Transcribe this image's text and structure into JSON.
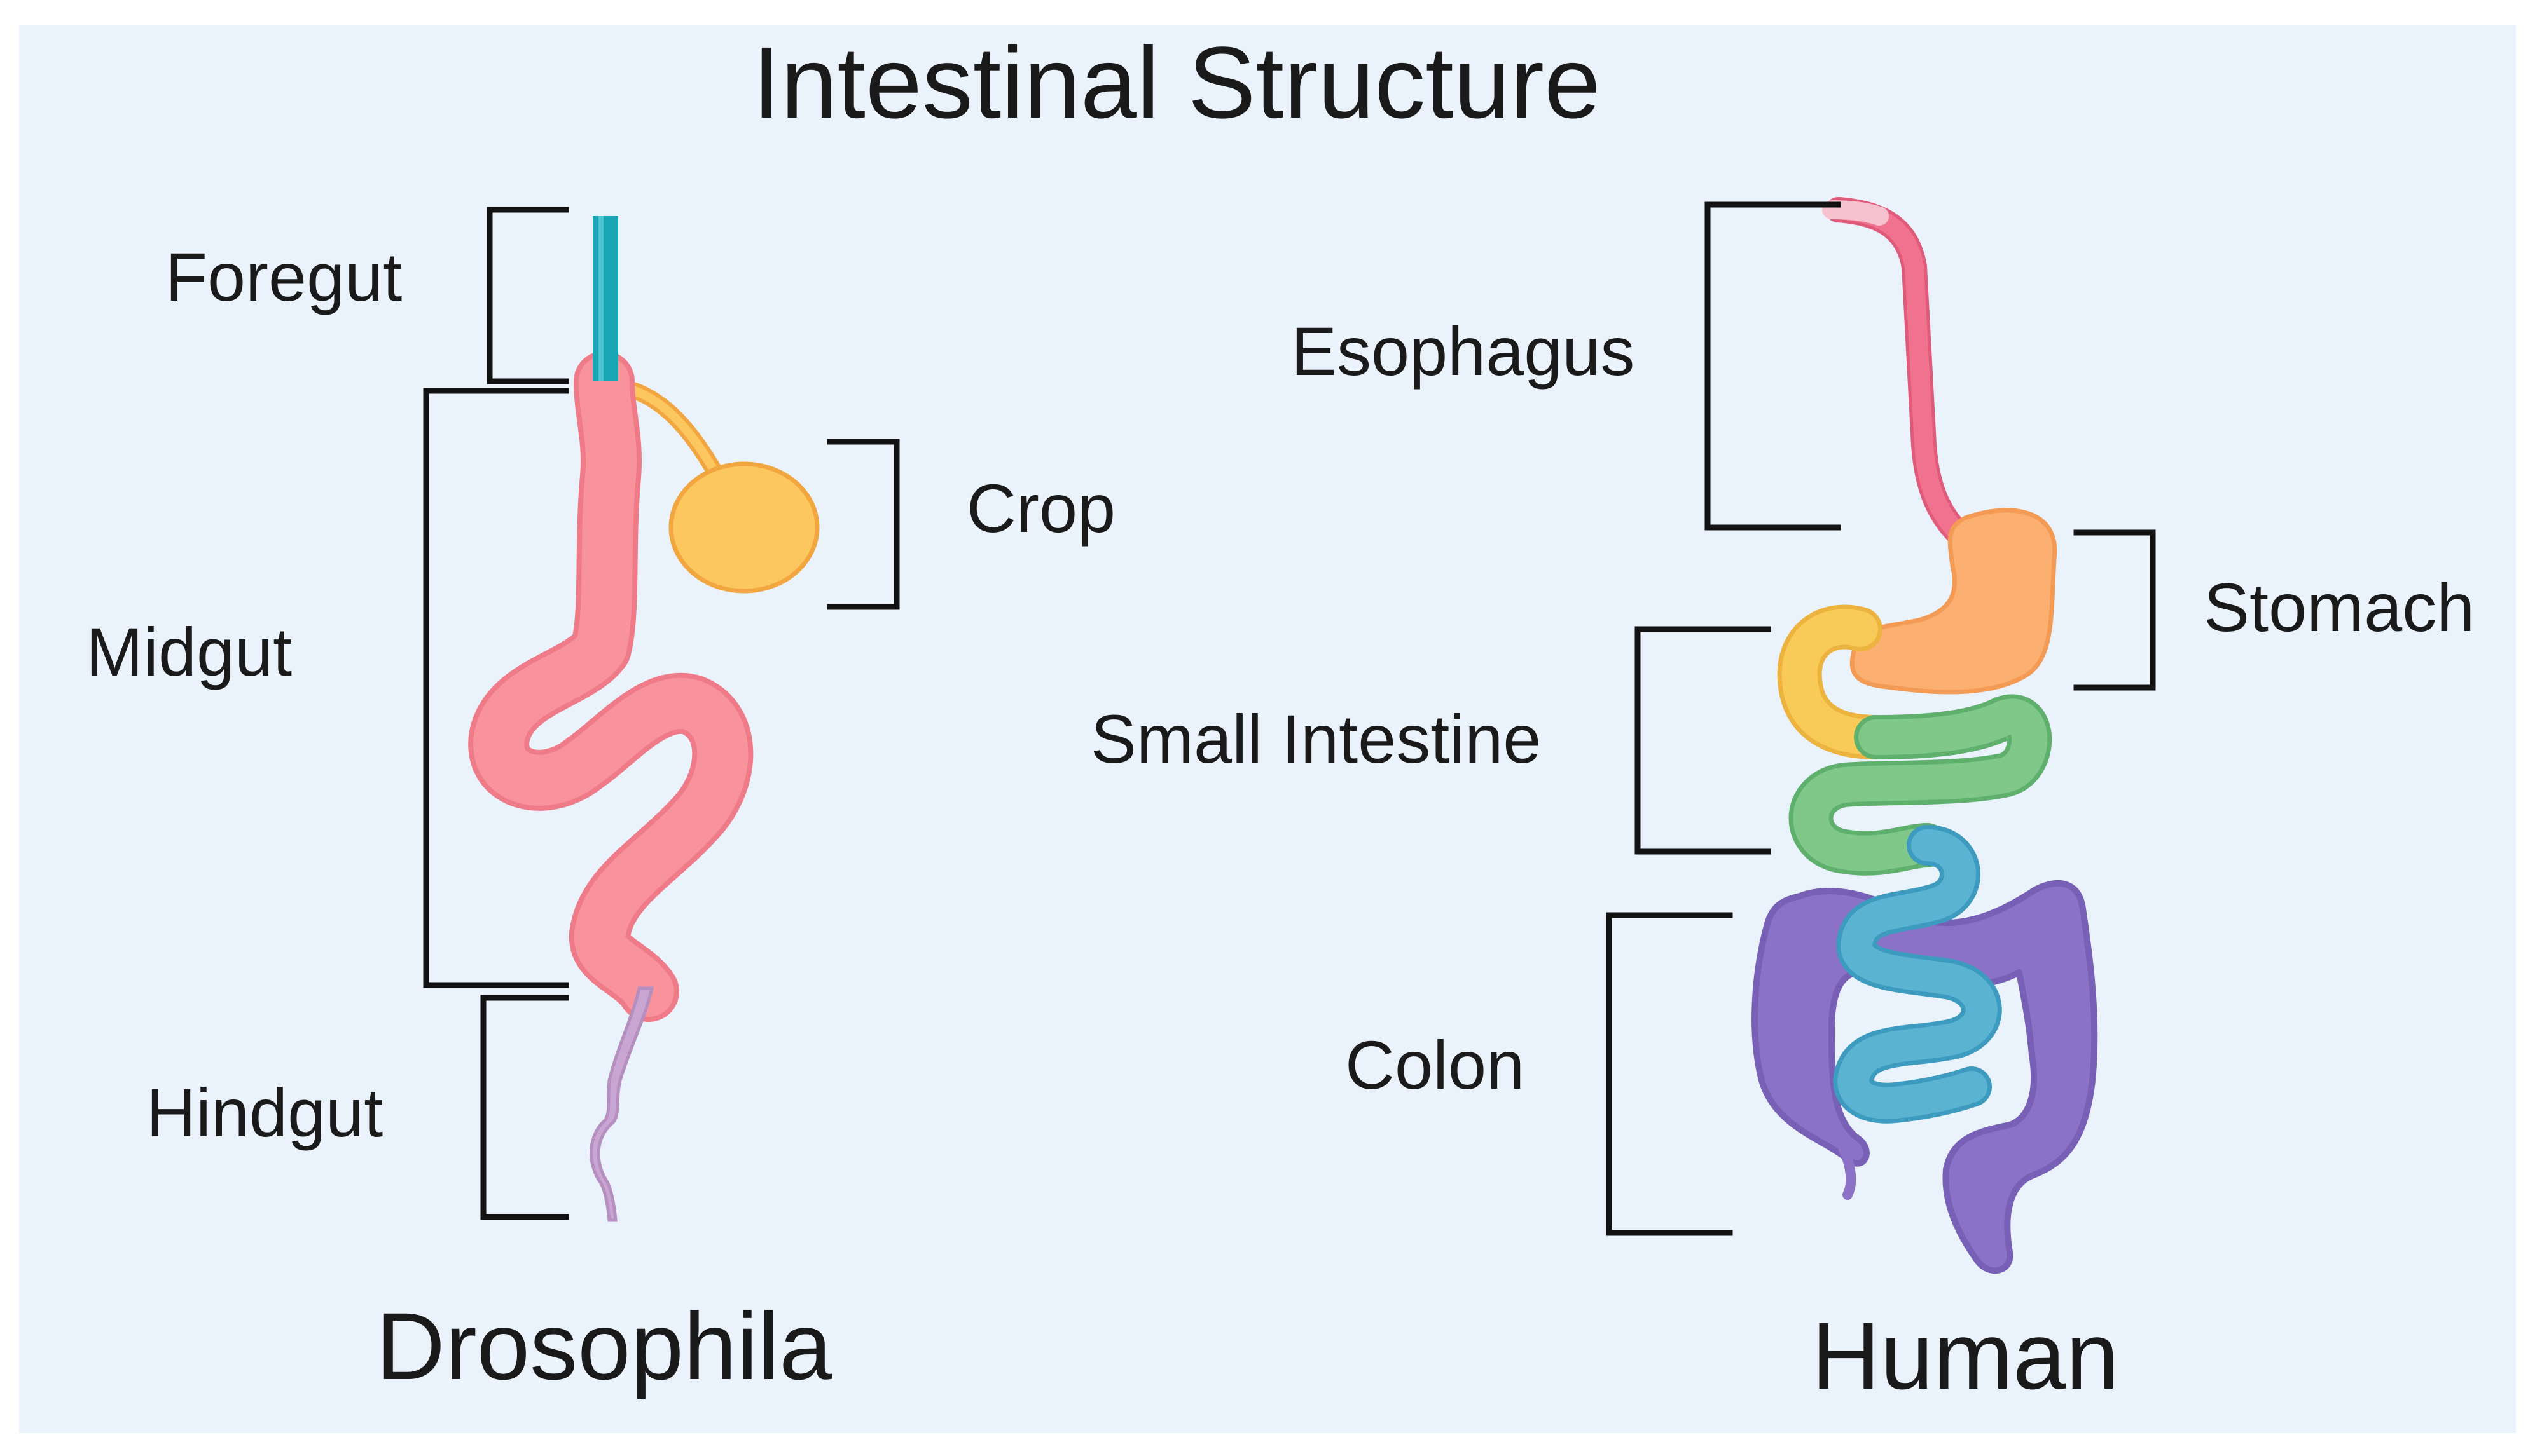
{
  "title": "Intestinal Structure",
  "drosophila": {
    "caption": "Drosophila",
    "labels": {
      "foregut": "Foregut",
      "crop": "Crop",
      "midgut": "Midgut",
      "hindgut": "Hindgut"
    }
  },
  "human": {
    "caption": "Human",
    "labels": {
      "esophagus": "Esophagus",
      "stomach": "Stomach",
      "small_intestine": "Small Intestine",
      "colon": "Colon"
    }
  },
  "colors": {
    "background": "#eaf2fc",
    "foregut": "#1aa7b5",
    "crop": "#fdc75f",
    "midgut": "#f8939c",
    "hindgut": "#c9a5d1",
    "esophagus": "#f0728f",
    "stomach": "#fbaf71",
    "duodenum": "#f8cb58",
    "jejunum": "#7fc88a",
    "ileum": "#5ab3d1",
    "colon": "#8b72c6"
  }
}
